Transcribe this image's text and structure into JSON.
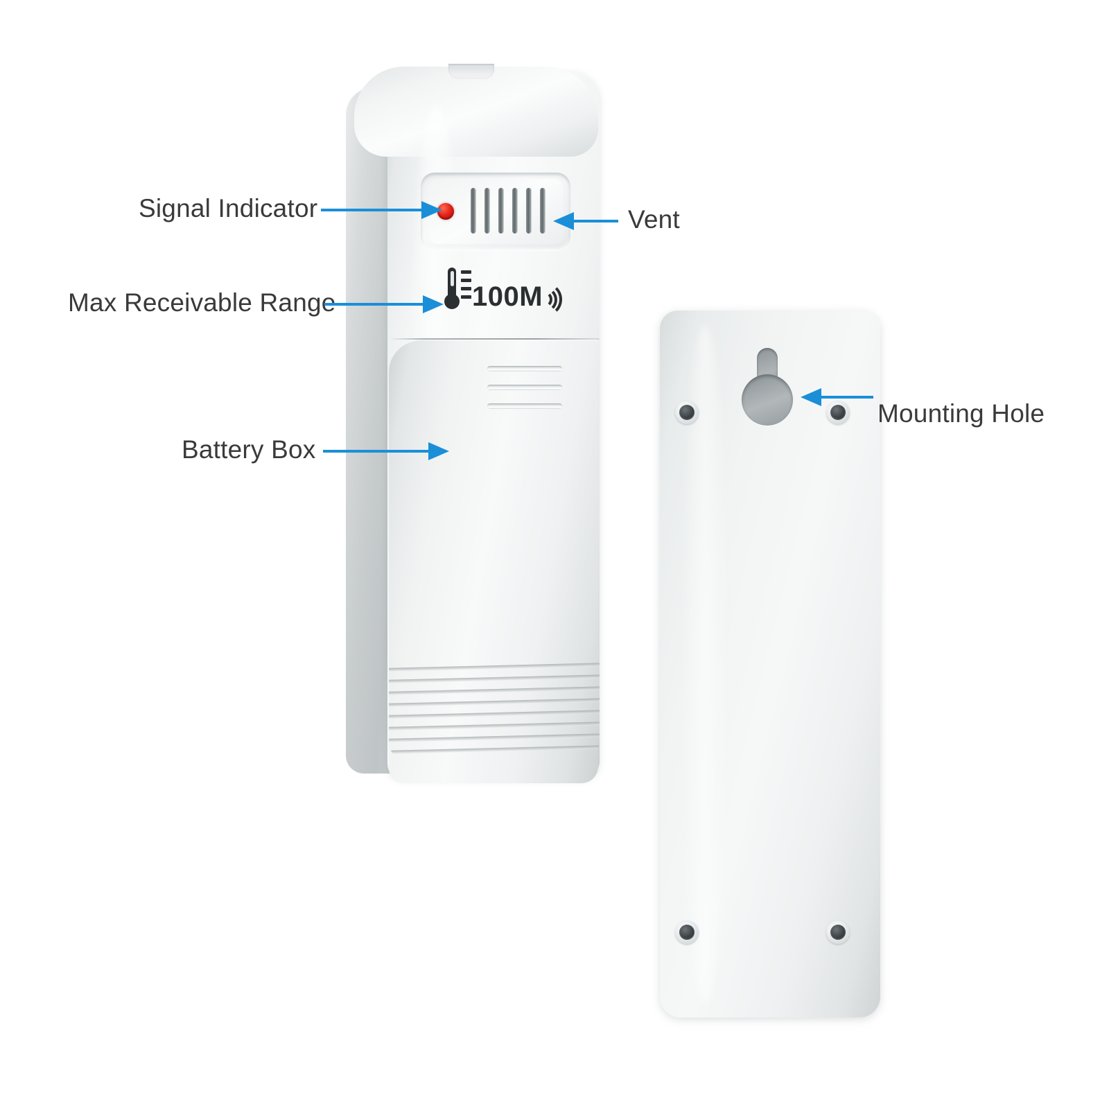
{
  "diagram": {
    "background_color": "#ffffff",
    "accent_color": "#1a8fd8",
    "text_color": "#3a3a3a",
    "led_color": "#e8251b"
  },
  "callouts": [
    {
      "id": "signal-indicator",
      "label": "Signal Indicator",
      "arrow_direction": "right"
    },
    {
      "id": "max-range",
      "label": "Max Receivable Range",
      "arrow_direction": "right"
    },
    {
      "id": "battery-box",
      "label": "Battery Box",
      "arrow_direction": "right"
    },
    {
      "id": "vent",
      "label": "Vent",
      "arrow_direction": "left"
    },
    {
      "id": "mounting-hole",
      "label": "Mounting Hole",
      "arrow_direction": "left"
    }
  ],
  "device": {
    "front_view": {
      "range_badge": {
        "value": "100M",
        "thermometer_icon": "thermometer-icon",
        "signal_waves_icon": "signal-waves-icon",
        "tick_count": 4
      },
      "vent_slot_count": 6,
      "battery_door_ridge_count": 3,
      "bottom_ridge_count": 8
    },
    "back_view": {
      "mounting_hole_icon": "keyhole-icon",
      "screw_count": 4
    }
  }
}
